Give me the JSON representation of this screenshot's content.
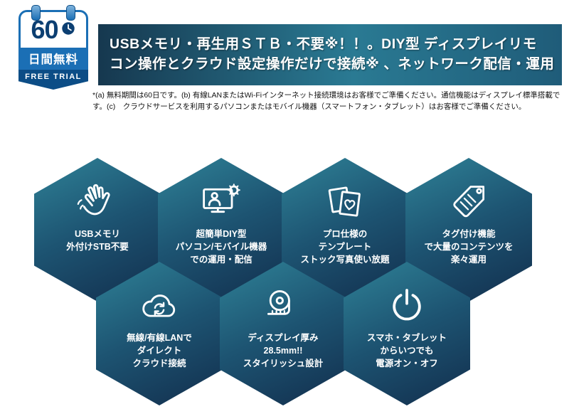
{
  "badge": {
    "number": "60",
    "period_label": "日間無料",
    "trial_label": "FREE TRIAL",
    "clock_icon": "clock-icon"
  },
  "banner": {
    "line1": "USBメモリ・再生用ＳＴＢ・不要※！！。DIY型 ディスプレイリモ",
    "line2": "コン操作とクラウド設定操作だけで接続※ 、ネットワーク配信・運用"
  },
  "disclaimer": "*(a) 無料期間は60日です。(b) 有線LANまたはWi-Fiインターネット接続環境はお客様でご準備ください。通信機能はディスプレイ標準搭載です。(c)　クラウドサービスを利用するパソコンまたはモバイル機器（スマートフォン・タブレット）はお客様でご準備ください。",
  "hexagons": [
    {
      "icon": "waving-hand-icon",
      "lines": [
        "USBメモリ",
        "外付けSTB不要"
      ]
    },
    {
      "icon": "monitor-user-icon",
      "lines": [
        "超簡単DIY型",
        "パソコン/モバイル機器",
        "での運用・配信"
      ]
    },
    {
      "icon": "photos-icon",
      "lines": [
        "プロ仕様の",
        "テンプレート",
        "ストック写真使い放題"
      ]
    },
    {
      "icon": "tag-icon",
      "lines": [
        "タグ付け機能",
        "で大量のコンテンツを",
        "楽々運用"
      ]
    },
    {
      "icon": "cloud-sync-icon",
      "lines": [
        "無線/有線LANで",
        "ダイレクト",
        "クラウド接続"
      ]
    },
    {
      "icon": "measuring-tape-icon",
      "lines": [
        "ディスプレイ厚み",
        "28.5mm!!",
        "スタイリッシュ設計"
      ]
    },
    {
      "icon": "power-icon",
      "lines": [
        "スマホ・タブレット",
        "からいつでも",
        "電源オン・オフ"
      ]
    }
  ],
  "colors": {
    "badge_blue": "#1b6fb5",
    "badge_dark_blue": "#0c4d86",
    "banner_navy": "#16384f",
    "banner_teal": "#2a7a93",
    "hex_teal": "#2f8297",
    "hex_navy": "#122e4d",
    "text_white": "#ffffff"
  }
}
